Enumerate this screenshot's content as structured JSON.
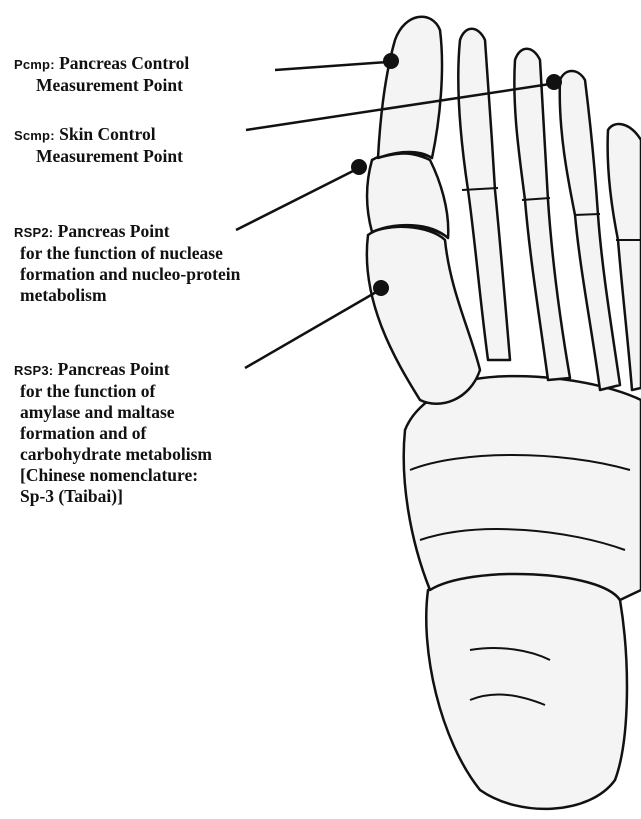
{
  "points": [
    {
      "id": "pcmp",
      "abbr": "Pcmp:",
      "lines": [
        "Pancreas Control",
        "Measurement Point"
      ]
    },
    {
      "id": "scmp",
      "abbr": "Scmp:",
      "lines": [
        "Skin Control",
        "Measurement Point"
      ]
    },
    {
      "id": "rsp2",
      "abbr": "RSP2:",
      "lines": [
        "Pancreas Point",
        "for the function of nuclease",
        "formation and nucleo-protein",
        "metabolism"
      ]
    },
    {
      "id": "rsp3",
      "abbr": "RSP3:",
      "lines": [
        "Pancreas Point",
        "for the function of",
        "amylase and maltase",
        "formation and of",
        "carbohydrate metabolism",
        "[Chinese nomenclature:",
        "Sp-3 (Taibai)]"
      ]
    }
  ],
  "colors": {
    "ink": "#111111",
    "paper": "#ffffff"
  },
  "figure": "plantar-view-foot-skeleton"
}
